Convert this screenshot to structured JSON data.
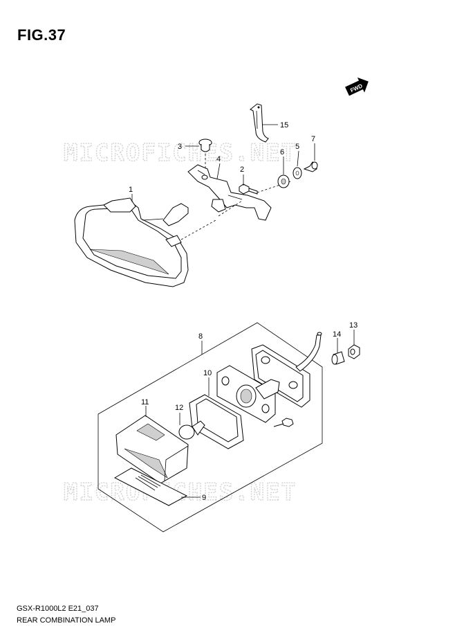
{
  "figure": {
    "title": "FIG.37",
    "model_code": "GSX-R1000L2 E21_037",
    "name": "REAR COMBINATION LAMP"
  },
  "watermark": "MICROFICHES.NET",
  "fwd_badge": "FWD",
  "callouts": [
    "1",
    "2",
    "3",
    "4",
    "5",
    "6",
    "7",
    "8",
    "9",
    "10",
    "11",
    "12",
    "13",
    "14",
    "15"
  ]
}
